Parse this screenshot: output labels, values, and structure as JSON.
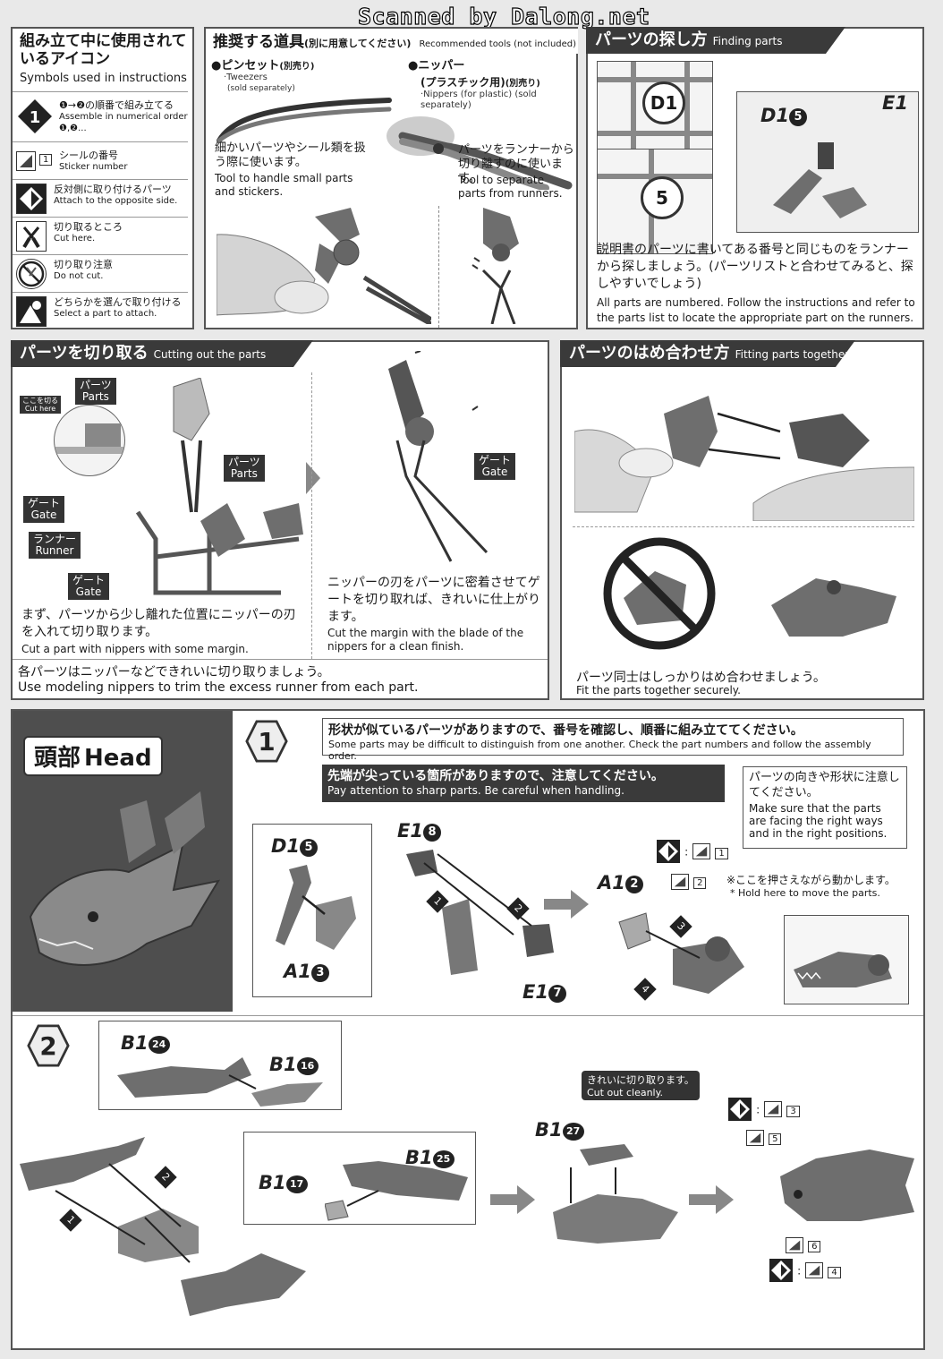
{
  "watermark": "Scanned by Dalong.net",
  "symbols": {
    "title_jp": "組み立て中に使用されているアイコン",
    "title_en": "Symbols used in instructions",
    "items": [
      {
        "icon": "step-number-icon",
        "jp": "❶→❷の順番で組み立てる",
        "en": "Assemble in numerical order ❶,❷..."
      },
      {
        "icon": "sticker-icon",
        "jp": "シールの番号",
        "en": "Sticker number",
        "num": "1"
      },
      {
        "icon": "opposite-side-icon",
        "jp": "反対側に取り付けるパーツ",
        "en": "Attach to the opposite side."
      },
      {
        "icon": "cut-here-icon",
        "jp": "切り取るところ",
        "en": "Cut here."
      },
      {
        "icon": "do-not-cut-icon",
        "jp": "切り取り注意",
        "en": "Do not cut."
      },
      {
        "icon": "select-part-icon",
        "jp": "どちらかを選んで取り付ける",
        "en": "Select a part to attach."
      }
    ]
  },
  "tools": {
    "title_jp": "推奨する道具",
    "title_note": "(別に用意してください)",
    "title_en": "Recommended tools (not included)",
    "tweezers_jp": "●ピンセット",
    "tweezers_sep": "(別売り)",
    "tweezers_en1": "·Tweezers",
    "tweezers_en2": "(sold separately)",
    "tweezers_desc_jp": "細かいパーツやシール類を扱う際に使います。",
    "tweezers_desc_en": "Tool to handle small parts and stickers.",
    "nippers_jp": "●ニッパー",
    "nippers_jp2": "(プラスチック用)",
    "nippers_sep": "(別売り)",
    "nippers_en": "·Nippers (for plastic) (sold separately)",
    "nippers_desc_jp": "パーツをランナーから切り離すのに使います。",
    "nippers_desc_en": "Tool to separate parts from runners."
  },
  "finding": {
    "title_jp": "パーツの探し方",
    "title_en": "Finding parts",
    "label_d1": "D1",
    "label_5": "5",
    "part_d15": "D1",
    "part_d15_n": "5",
    "part_e1": "E1",
    "desc_jp": "説明書のパーツに書いてある番号と同じものをランナーから探しましょう。(パーツリストと合わせてみると、探しやすいでしょう)",
    "desc_en": "All parts are numbered. Follow the instructions and refer to the parts list to locate the appropriate part on the runners."
  },
  "cutting": {
    "title_jp": "パーツを切り取る",
    "title_en": "Cutting out the parts",
    "cut_here_jp": "ここを切る",
    "cut_here_en": "Cut here",
    "parts_jp": "パーツ",
    "parts_en": "Parts",
    "gate_jp": "ゲート",
    "gate_en": "Gate",
    "runner_jp": "ランナー",
    "runner_en": "Runner",
    "step1_jp": "まず、パーツから少し離れた位置にニッパーの刃を入れて切り取ります。",
    "step1_en": "Cut a part with nippers with some margin.",
    "step2_jp": "ニッパーの刃をパーツに密着させてゲートを切り取れば、きれいに仕上がります。",
    "step2_en": "Cut the margin with the blade of the nippers for a clean finish.",
    "footer_jp": "各パーツはニッパーなどできれいに切り取りましょう。",
    "footer_en": "Use modeling nippers to trim the excess runner from each part."
  },
  "fitting": {
    "title_jp": "パーツのはめ合わせ方",
    "title_en": "Fitting parts together",
    "footer_jp": "パーツ同士はしっかりはめ合わせましょう。",
    "footer_en": "Fit the parts together securely."
  },
  "head": {
    "title_jp": "頭部",
    "title_en": "Head"
  },
  "step1": {
    "num": "1",
    "note1_jp": "形状が似ているパーツがありますので、番号を確認し、順番に組み立ててください。",
    "note1_en": "Some parts may be difficult to distinguish from one another. Check the part numbers and follow the assembly order.",
    "note2_jp": "先端が尖っている箇所がありますので、注意してください。",
    "note2_en": "Pay attention to sharp parts. Be careful when handling.",
    "note3_jp": "パーツの向きや形状に注意してください。",
    "note3_en": "Make sure that the parts are facing the right ways and in the right positions.",
    "hold_jp": "※ここを押さえながら動かします。",
    "hold_en": "* Hold here to move the parts.",
    "parts": {
      "d15": "D1",
      "d15_n": "5",
      "a13": "A1",
      "a13_n": "3",
      "e18": "E1",
      "e18_n": "8",
      "e17": "E1",
      "e17_n": "7",
      "a12": "A1",
      "a12_n": "2"
    },
    "order": [
      "1",
      "2",
      "3",
      "4"
    ],
    "sticker_1": "1",
    "sticker_2": "2"
  },
  "step2": {
    "num": "2",
    "parts": {
      "b124": "B1",
      "b124_n": "24",
      "b116": "B1",
      "b116_n": "16",
      "b117": "B1",
      "b117_n": "17",
      "b125": "B1",
      "b125_n": "25",
      "b127": "B1",
      "b127_n": "27"
    },
    "cut_jp": "きれいに切り取ります。",
    "cut_en": "Cut out cleanly.",
    "order": [
      "1",
      "2"
    ],
    "stickers": [
      "3",
      "5",
      "6",
      "4"
    ]
  },
  "colors": {
    "dark": "#3a3a3a",
    "part_gray": "#6e6e6e",
    "bg": "#e9e9e9"
  }
}
